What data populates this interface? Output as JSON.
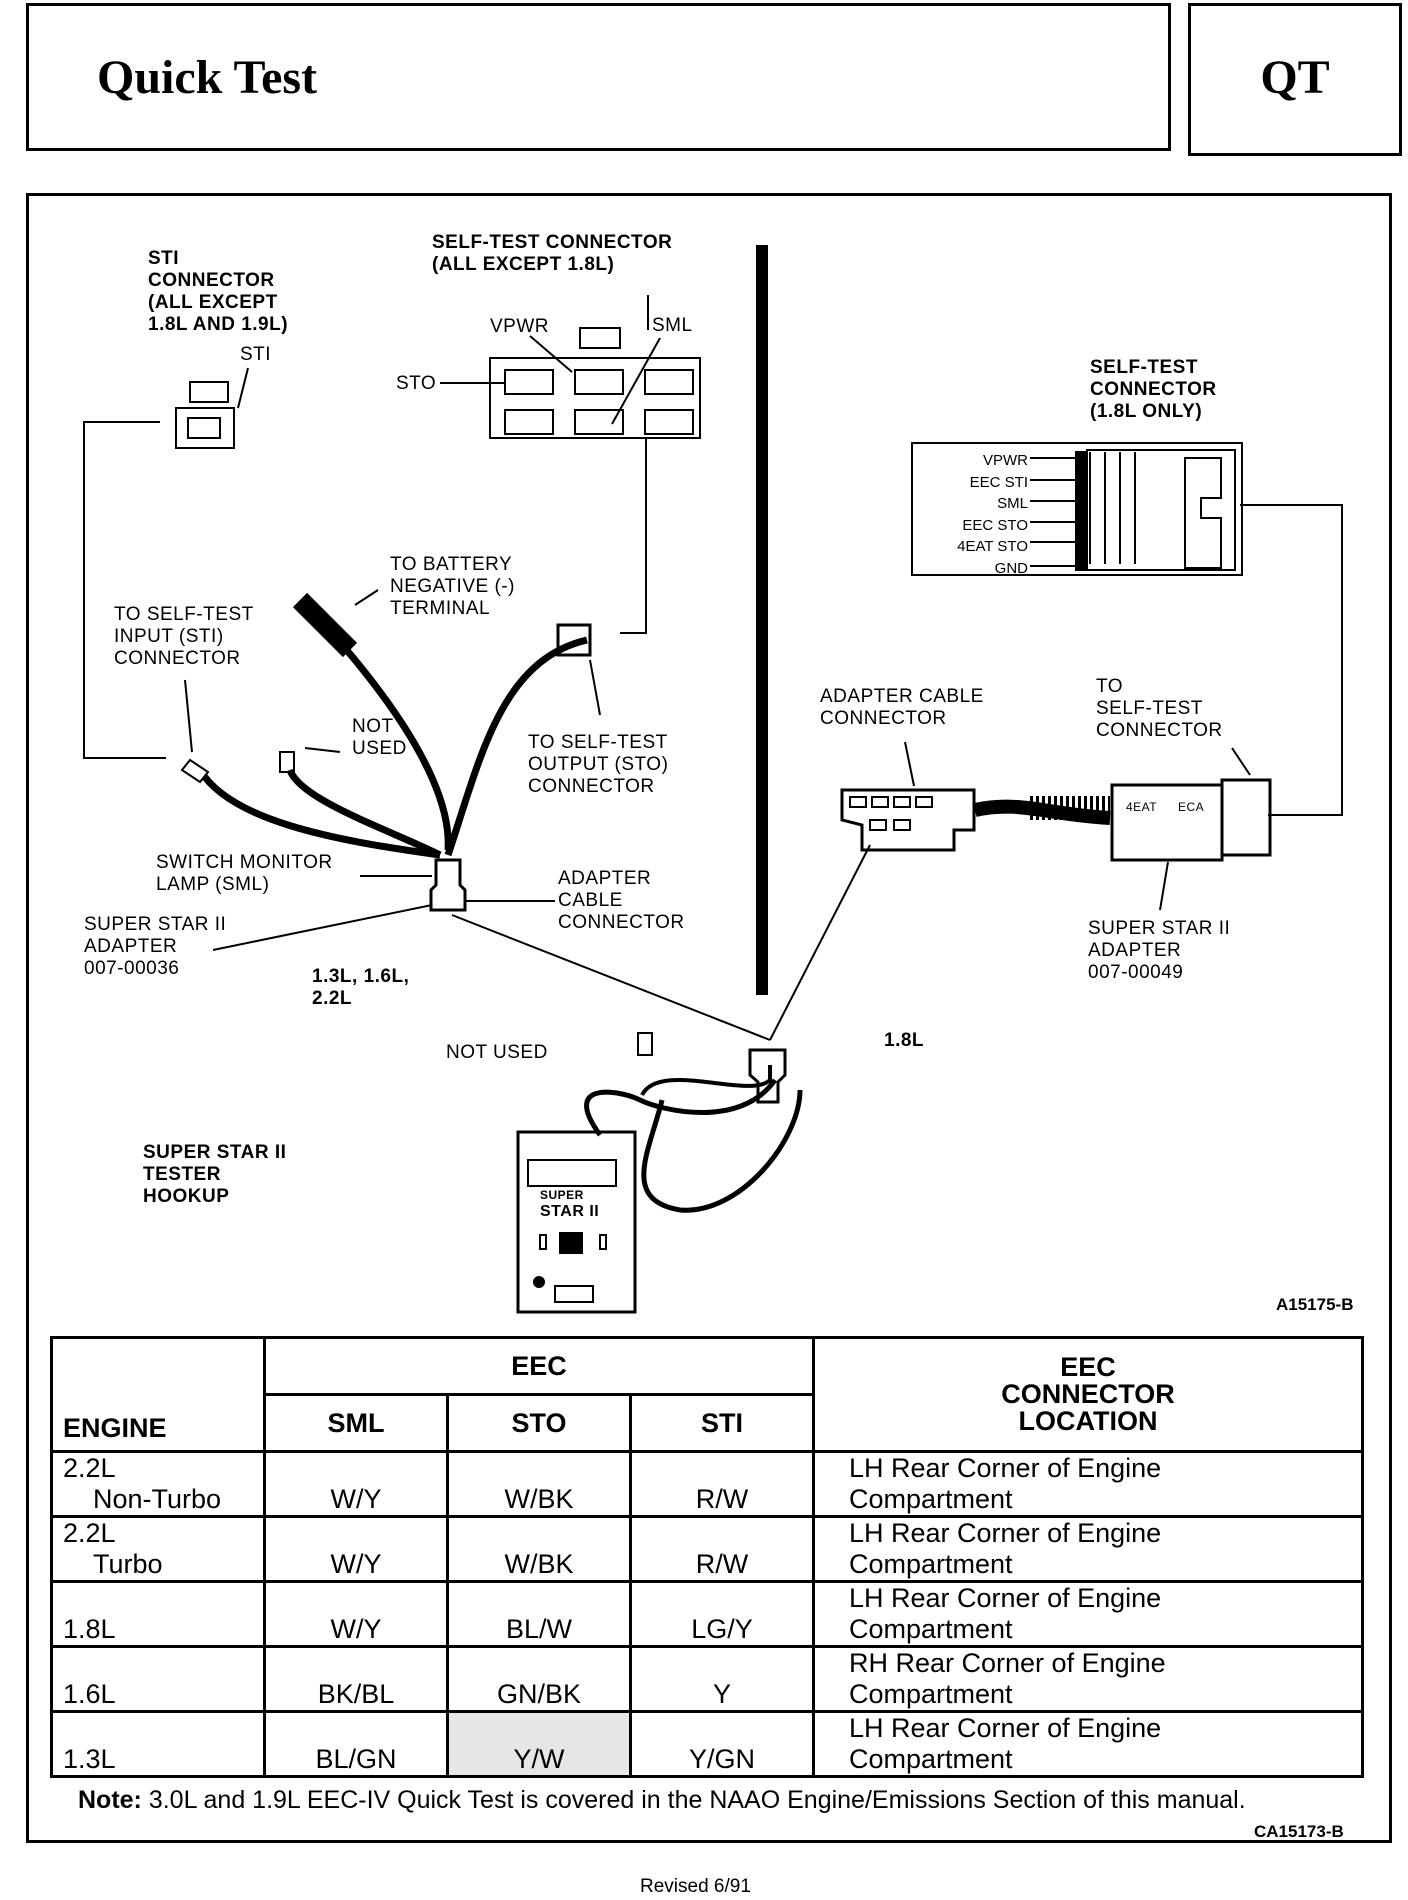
{
  "header": {
    "title": "Quick Test",
    "code": "QT"
  },
  "diagram": {
    "sti_connector": "STI\nCONNECTOR\n(ALL EXCEPT\n1.8L AND 1.9L)",
    "sti_pin": "STI",
    "self_test_connector_main": "SELF-TEST CONNECTOR\n(ALL EXCEPT 1.8L)",
    "vpwr": "VPWR",
    "sml": "SML",
    "sto": "STO",
    "self_test_connector_18": "SELF-TEST\nCONNECTOR\n(1.8L ONLY)",
    "pins_18": [
      "VPWR",
      "EEC STI",
      "SML",
      "EEC STO",
      "4EAT STO",
      "GND"
    ],
    "to_battery": "TO BATTERY\nNEGATIVE (-)\nTERMINAL",
    "to_sti": "TO SELF-TEST\nINPUT (STI)\nCONNECTOR",
    "not_used_1": "NOT\nUSED",
    "to_sto": "TO SELF-TEST\nOUTPUT (STO)\nCONNECTOR",
    "switch_monitor": "SWITCH MONITOR\nLAMP (SML)",
    "adapter_cable_conn": "ADAPTER\nCABLE\nCONNECTOR",
    "adapter_left": "SUPER STAR II\nADAPTER\n007-00036",
    "engines_left": "1.3L, 1.6L,\n2.2L",
    "adapter_cable_conn_right": "ADAPTER CABLE\nCONNECTOR",
    "to_self_test_right": "TO\nSELF-TEST\nCONNECTOR",
    "adapter_right": "SUPER STAR II\nADAPTER\n007-00049",
    "eat_label": "4EAT",
    "eca_label": "ECA",
    "engine_right": "1.8L",
    "not_used_2": "NOT USED",
    "hookup": "SUPER STAR II\nTESTER\nHOOKUP",
    "tester_super": "SUPER",
    "tester_star": "STAR II",
    "figure_ref": "A15175-B"
  },
  "table": {
    "headers": {
      "engine": "ENGINE",
      "eec": "EEC",
      "sml": "SML",
      "sto": "STO",
      "sti": "STI",
      "location": "EEC\nCONNECTOR\nLOCATION"
    },
    "rows": [
      {
        "engine1": "2.2L",
        "engine2": "Non-Turbo",
        "sml": "W/Y",
        "sto": "W/BK",
        "sti": "R/W",
        "loc1": "LH Rear Corner of Engine",
        "loc2": "Compartment"
      },
      {
        "engine1": "2.2L",
        "engine2": "Turbo",
        "sml": "W/Y",
        "sto": "W/BK",
        "sti": "R/W",
        "loc1": "LH Rear Corner of Engine",
        "loc2": "Compartment"
      },
      {
        "engine1": "1.8L",
        "engine2": "",
        "sml": "W/Y",
        "sto": "BL/W",
        "sti": "LG/Y",
        "loc1": "LH Rear Corner of Engine",
        "loc2": "Compartment"
      },
      {
        "engine1": "1.6L",
        "engine2": "",
        "sml": "BK/BL",
        "sto": "GN/BK",
        "sti": "Y",
        "loc1": "RH Rear Corner of Engine",
        "loc2": "Compartment"
      },
      {
        "engine1": "1.3L",
        "engine2": "",
        "sml": "BL/GN",
        "sto": "Y/W",
        "sti": "Y/GN",
        "loc1": "LH Rear Corner of Engine",
        "loc2": "Compartment"
      }
    ]
  },
  "note": {
    "label": "Note:",
    "text": " 3.0L and 1.9L EEC-IV Quick Test is covered in the NAAO Engine/Emissions Section of this manual."
  },
  "table_ref": "CA15173-B",
  "footer": "Revised 6/91"
}
